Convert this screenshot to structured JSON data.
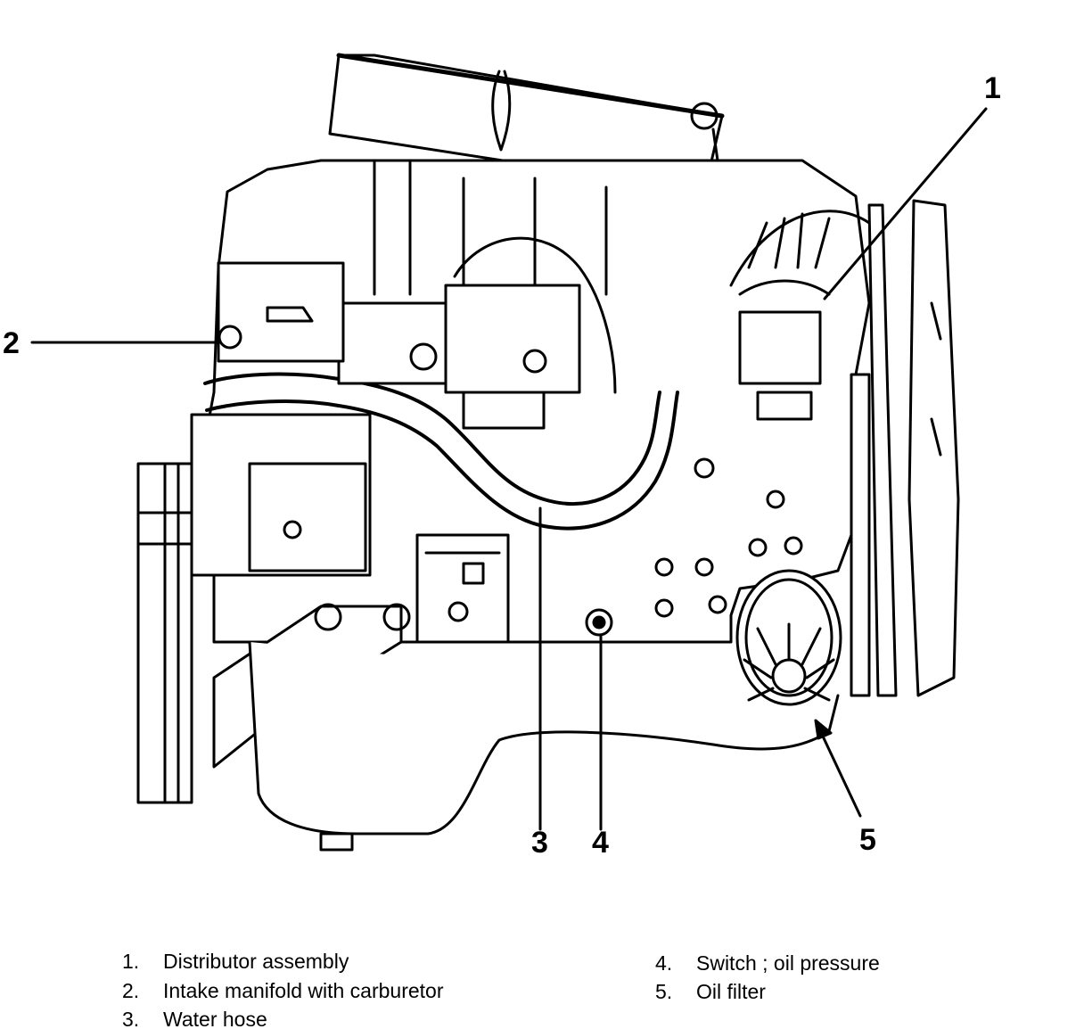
{
  "callouts": [
    "1",
    "2",
    "3",
    "4",
    "5"
  ],
  "legend": [
    {
      "number": "1.",
      "label": "Distributor assembly"
    },
    {
      "number": "2.",
      "label": "Intake manifold with carburetor"
    },
    {
      "number": "3.",
      "label": "Water hose"
    },
    {
      "number": "4.",
      "label": "Switch ; oil pressure"
    },
    {
      "number": "5.",
      "label": "Oil filter"
    }
  ]
}
